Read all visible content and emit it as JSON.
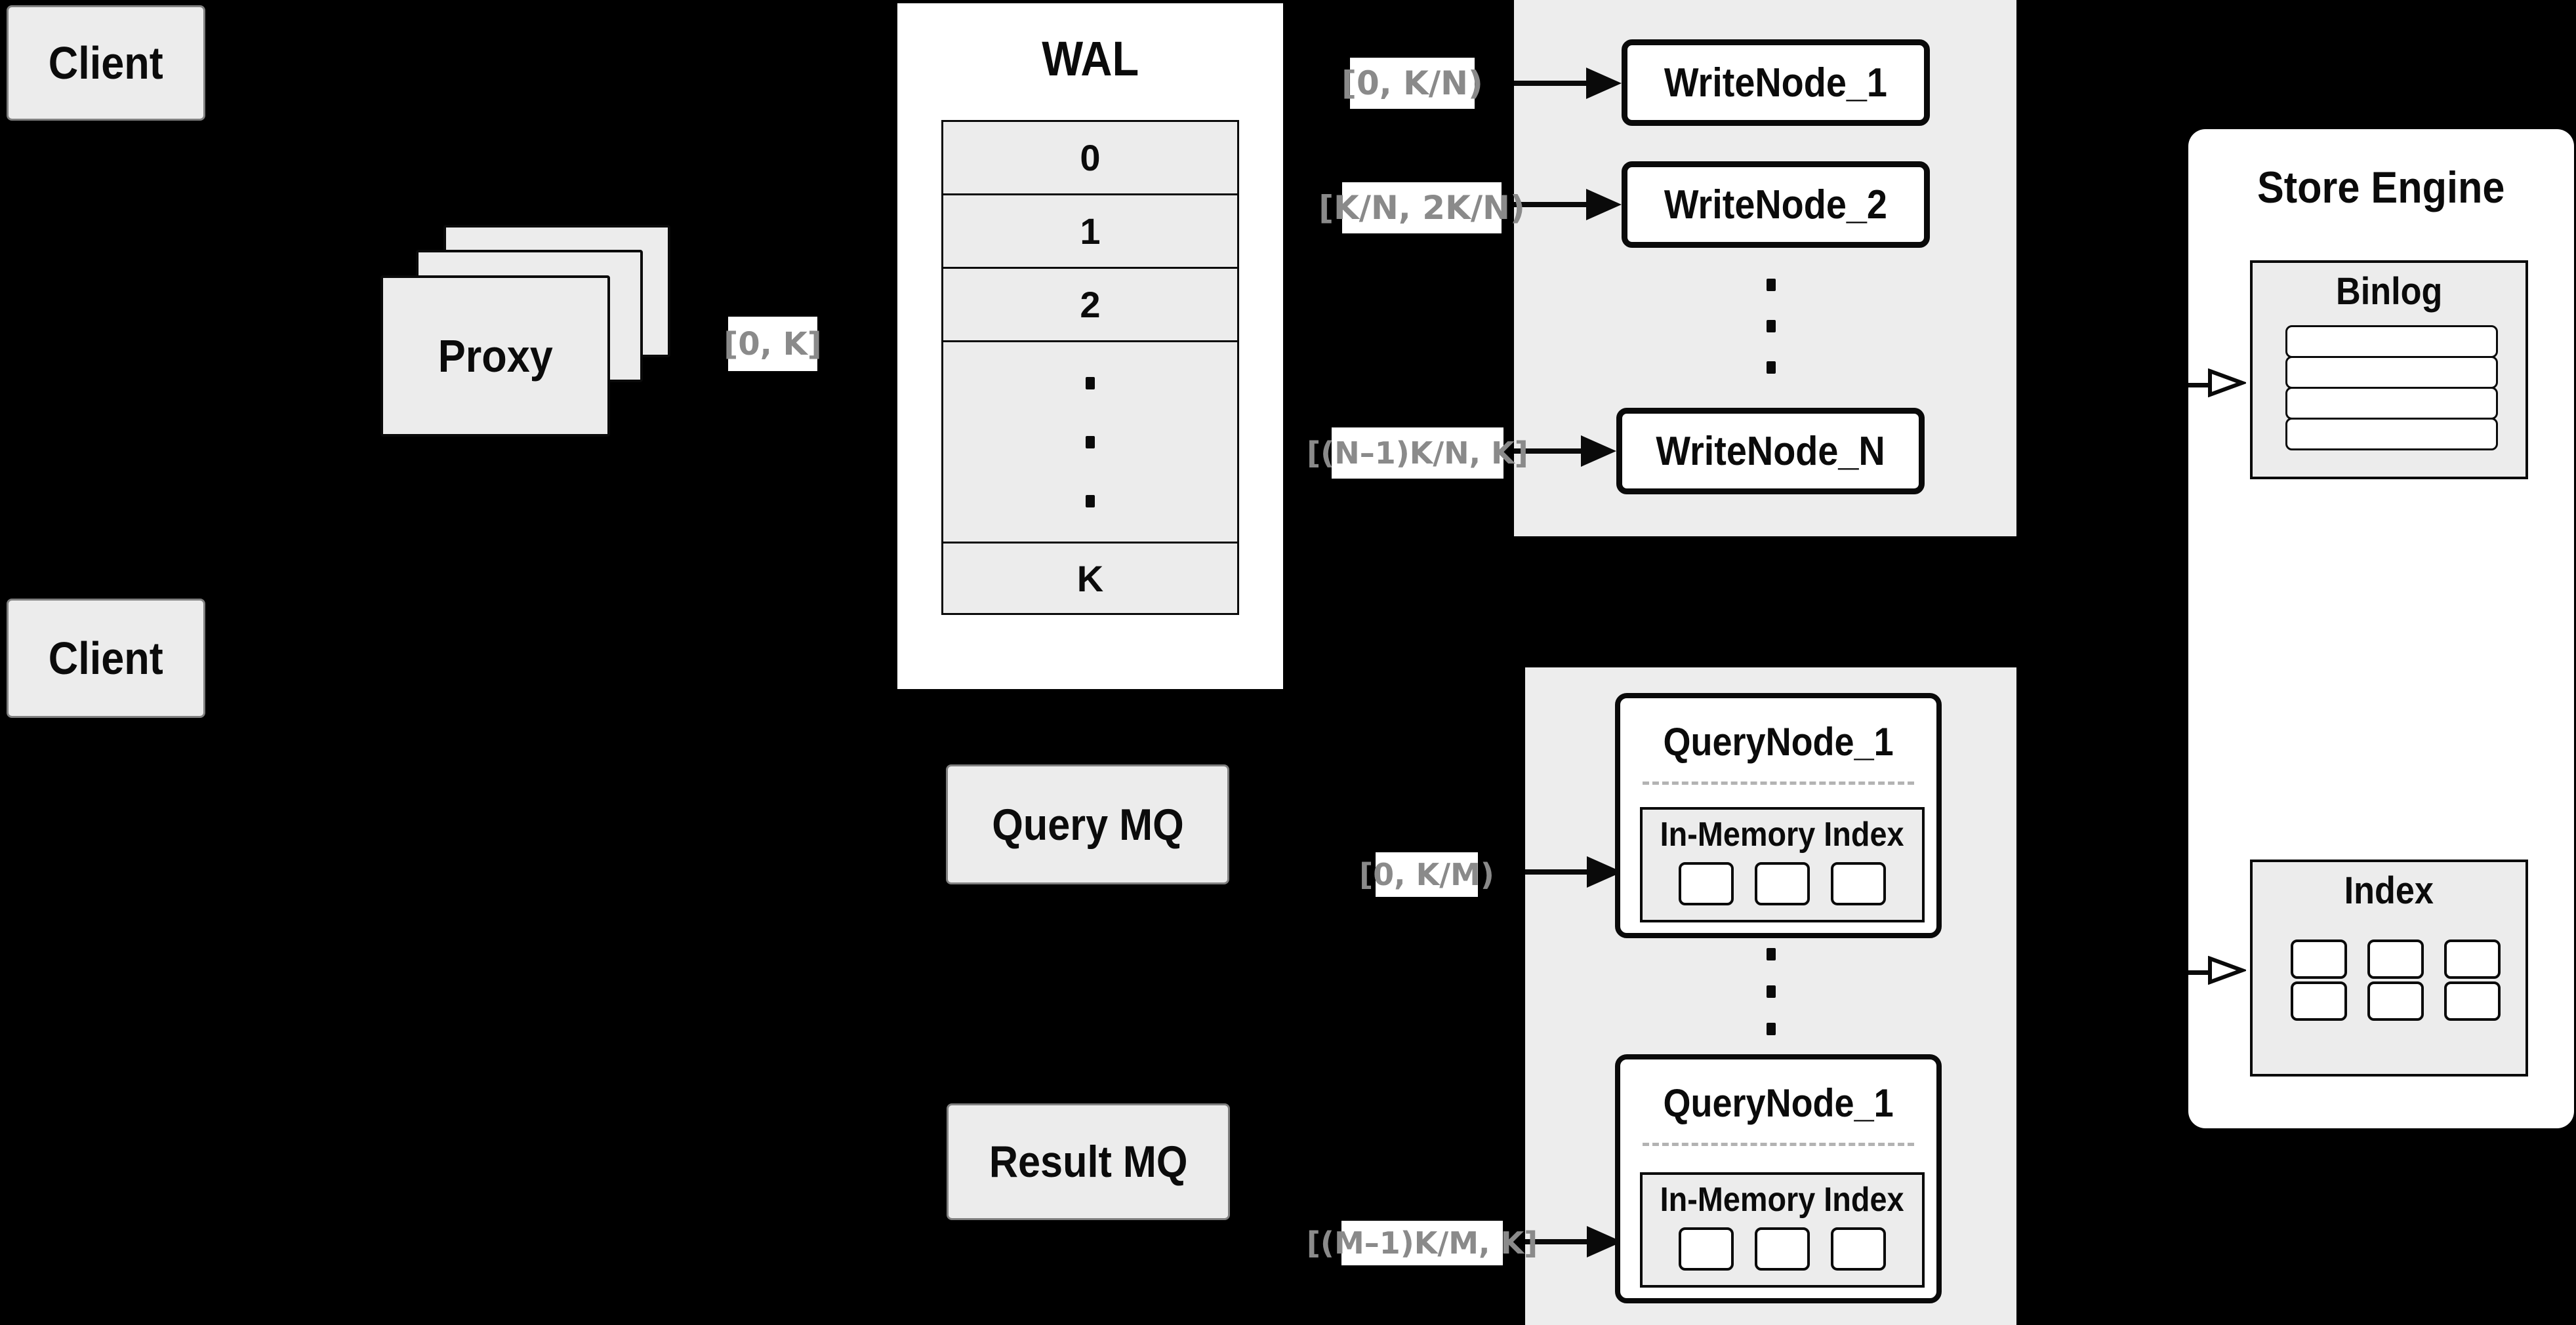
{
  "clients": {
    "top": "Client",
    "bottom": "Client"
  },
  "proxy": {
    "label": "Proxy"
  },
  "labels": {
    "proxy_out": "[0, K]",
    "write_node_1": "[0, K/N)",
    "write_node_2": "[K/N, 2K/N)",
    "write_node_n": "[(N–1)K/N, K]",
    "query_node_1": "[0, K/M)",
    "query_node_m": "[(M–1)K/M, K]"
  },
  "wal": {
    "title": "WAL",
    "segments": [
      "0",
      "1",
      "2"
    ],
    "last_segment": "K"
  },
  "write_nodes": {
    "node_1": "WriteNode_1",
    "node_2": "WriteNode_2",
    "node_n": "WriteNode_N"
  },
  "query_nodes": {
    "top_title": "QueryNode_1",
    "bottom_title": "QueryNode_1",
    "inner_title": "In-Memory Index"
  },
  "store_engine": {
    "title": "Store Engine",
    "binlog": "Binlog",
    "index": "Index"
  },
  "mq": {
    "query": "Query MQ",
    "result": "Result MQ"
  },
  "colors": {
    "background": "#000000",
    "panel_fill": "#ededed",
    "box_fill": "#ececec",
    "node_border": "#0a0a0a",
    "label_text": "#8a8a8a",
    "white": "#ffffff"
  }
}
